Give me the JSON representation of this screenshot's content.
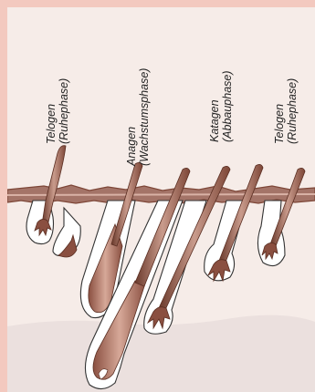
{
  "phases": [
    {
      "name": "Telogen",
      "detail": "(Ruhephase)"
    },
    {
      "name": "Anagen",
      "detail": "(Wachstumsphase)"
    },
    {
      "name": "Katagen",
      "detail": "(Abbauphase)"
    },
    {
      "name": "Telogen",
      "detail": "(Ruhephase)"
    }
  ],
  "colors": {
    "border": "#f3c9bf",
    "background": "#f6ece8",
    "dermis": "#ebe0de",
    "epidermis": "#a47468",
    "hair_dark": "#7d4637",
    "hair_light": "#c99b8c",
    "follicle_fill": "#ffffff"
  }
}
